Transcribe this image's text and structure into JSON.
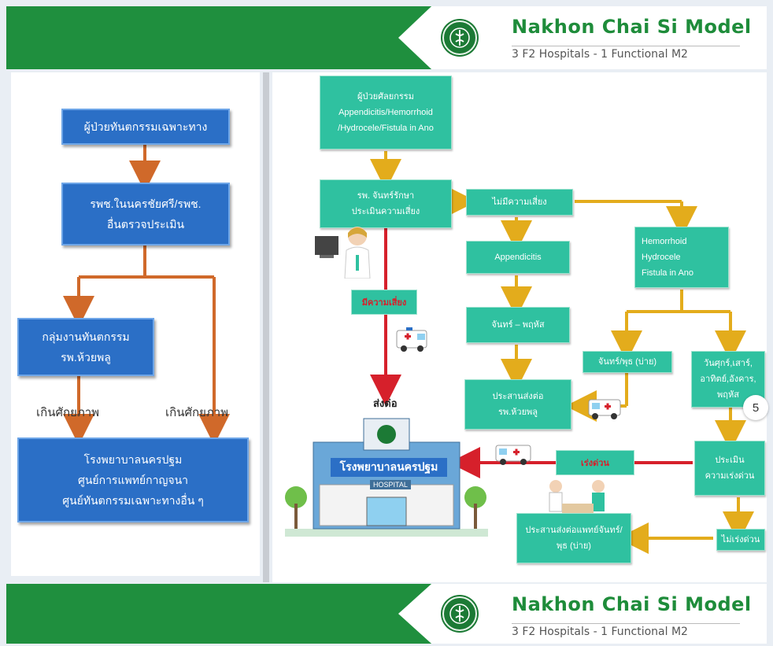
{
  "header": {
    "title": "Nakhon Chai Si Model",
    "subtitle": "3 F2  Hospitals - 1 Functional M2"
  },
  "footer": {
    "title": "Nakhon Chai Si Model",
    "subtitle": "3 F2  Hospitals - 1 Functional M2"
  },
  "left_flow": {
    "box1": "ผู้ป่วยทันตกรรมเฉพาะทาง",
    "box2_line1": "รพช.ในนครชัยศรี/รพช.",
    "box2_line2": "อื่นตรวจประเมิน",
    "box3_line1": "กลุ่มงานทันตกรรม",
    "box3_line2": "รพ.ห้วยพลู",
    "label_left": "เกินศักยภาพ",
    "label_right": "เกินศักยภาพ",
    "box4_line1": "โรงพยาบาลนครปฐม",
    "box4_line2": "ศูนย์การแพทย์กาญจนา",
    "box4_line3": "ศูนย์ทันตกรรมเฉพาะทางอื่น ๆ"
  },
  "right_flow": {
    "patient_line1": "ผู้ป่วยศัลยกรรม",
    "patient_line2": "Appendicitis/Hemorrhoid",
    "patient_line3": "/Hydrocele/Fistula in Ano",
    "assess_line1": "รพ. จันทร์รักษา",
    "assess_line2": "ประเมินความเสี่ยง",
    "risk_label": "มีความเสี่ยง",
    "refer_label": "ส่งต่อ",
    "no_risk": "ไม่มีความเสี่ยง",
    "appendicitis": "Appendicitis",
    "mon_thu": "จันทร์ – พฤหัส",
    "coordinate_line1": "ประสานส่งต่อ",
    "coordinate_line2": "รพ.ห้วยพลู",
    "hemo_line1": "Hemorrhoid",
    "hemo_line2": "Hydrocele",
    "hemo_line3": "Fistula in Ano",
    "day_mon_thu": "จันทร์/พุธ (บ่าย)",
    "day_fri_line1": "วันศุกร์,เสาร์,",
    "day_fri_line2": "อาทิตย์,อังคาร,",
    "day_fri_line3": "พฤหัส",
    "evaluate_line1": "ประเมิน",
    "evaluate_line2": "ความเร่งด่วน",
    "urgent": "เร่งด่วน",
    "not_urgent": "ไม่เร่งด่วน",
    "coord_doc_line1": "ประสานส่งต่อแพทย์จันทร์/",
    "coord_doc_line2": "พุธ (บ่าย)",
    "hospital_sign": "โรงพยาบาลนครปฐม",
    "hospital_tag": "HOSPITAL"
  },
  "page_number": "5",
  "colors": {
    "green_band": "#1f8f3e",
    "blue_box": "#2b6fc6",
    "teal_box": "#2fc1a0",
    "orange_arrow": "#d0692a",
    "gold_arrow": "#e3ac1c",
    "red_arrow": "#d6202b"
  }
}
